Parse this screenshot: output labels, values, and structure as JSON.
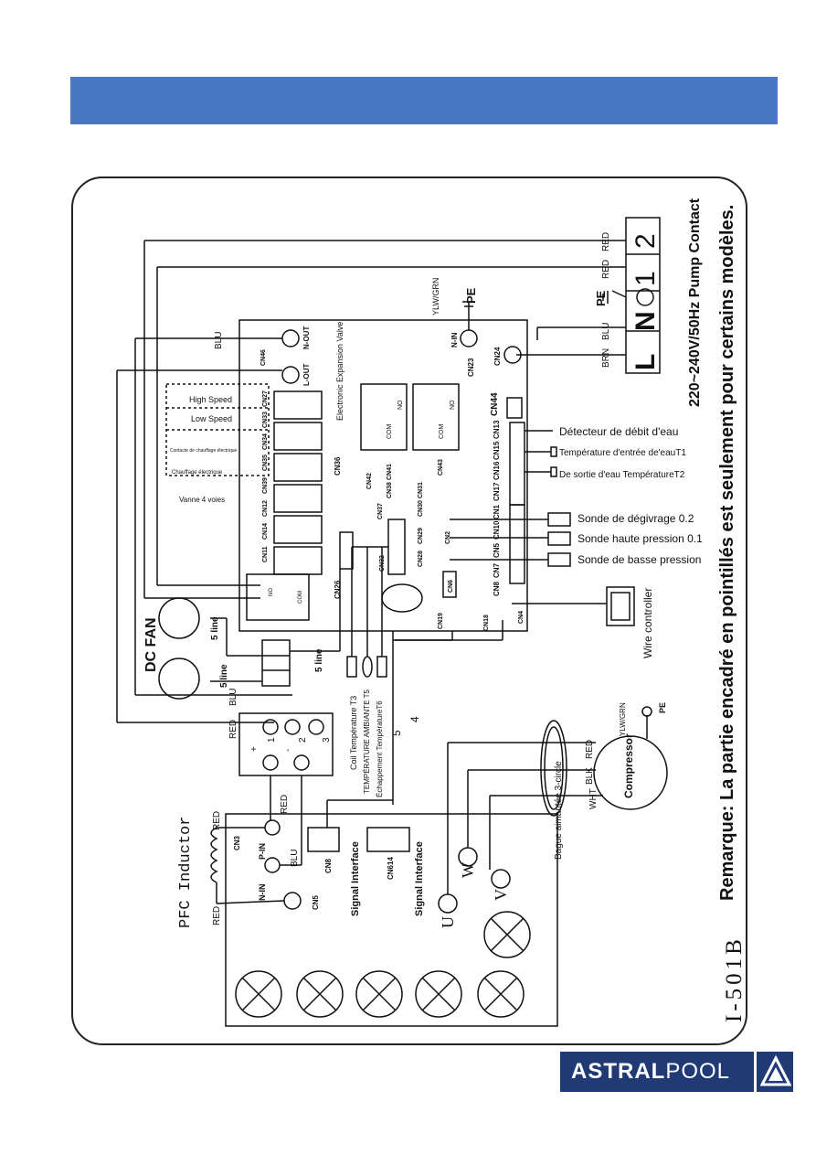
{
  "header": {
    "banner_color": "#4a77c4"
  },
  "diagram": {
    "model": "I-501B",
    "note": "Remarque: La partie encadré en pointillés est seulement pour certains modèles.",
    "supply": "220~240V/50Hz  Pump Contact",
    "power_terminals": [
      "L",
      "N",
      "1",
      "2"
    ],
    "pe": "PE",
    "ylw_grn": "YLW/GRN",
    "wires": {
      "red": "RED",
      "blu": "BLU",
      "brn": "BRN",
      "blk": "BLK",
      "wht": "WHT"
    },
    "board_terminals": [
      "N-IN",
      "N-OUT",
      "L-OUT",
      "CN23",
      "CN24",
      "CN46",
      "CN27",
      "CN33",
      "CN34",
      "CN35",
      "CN39",
      "CN12",
      "CN14",
      "CN11",
      "CN36",
      "CN26",
      "CN42",
      "CN37",
      "CN38",
      "CN41",
      "CN43",
      "CN30",
      "CN31",
      "CN29",
      "CN28",
      "CN32",
      "CN2",
      "CN6",
      "CN19",
      "CN18",
      "CN4",
      "CN44",
      "CN13",
      "CN15",
      "CN16",
      "CN17",
      "CN1",
      "CN10",
      "CN5",
      "CN7",
      "CN8"
    ],
    "relay_labels": {
      "no": "NO",
      "com": "COM"
    },
    "options": [
      "High Speed",
      "Low Speed",
      "Contacte de chauffage électrique",
      "Chauffage électrique",
      "Vanne 4 voies"
    ],
    "eev": "Electronic Expansion Valve",
    "sensors": [
      "Détecteur de débit d'eau",
      "Température d'entrée de'eauT1",
      "De sortie d'eau TempératureT2",
      "Sonde de dégivrage  0.2",
      "Sonde haute pression 0.1",
      "Sonde de basse pression"
    ],
    "temp_sensors": [
      "Coil Température T3",
      "TEMPÉRATURE AMBIANTE T5",
      "Échappement TempératureT6"
    ],
    "wire_controller": "Wire controller",
    "dc_fan": "DC FAN",
    "five_line": "5 line",
    "five": "5",
    "four": "4",
    "pfc_inductor": "PFC Inductor",
    "power_block": {
      "terminals": [
        "1",
        "2",
        "3"
      ],
      "polarity": [
        "+",
        "-"
      ]
    },
    "drive_board": {
      "cn3": "CN3",
      "cn5": "CN5",
      "cn8": "CN8",
      "cn614": "CN614",
      "p_in": "P-IN",
      "n_in": "N-IN",
      "signal": "Signal Interface",
      "u": "U",
      "v": "V",
      "w": "W"
    },
    "compressor": "Compressor",
    "ring": "Bague aimantée 3-circle"
  },
  "footer": {
    "brand_a": "ASTRAL",
    "brand_b": "POOL",
    "brand_color": "#1f3a74"
  }
}
